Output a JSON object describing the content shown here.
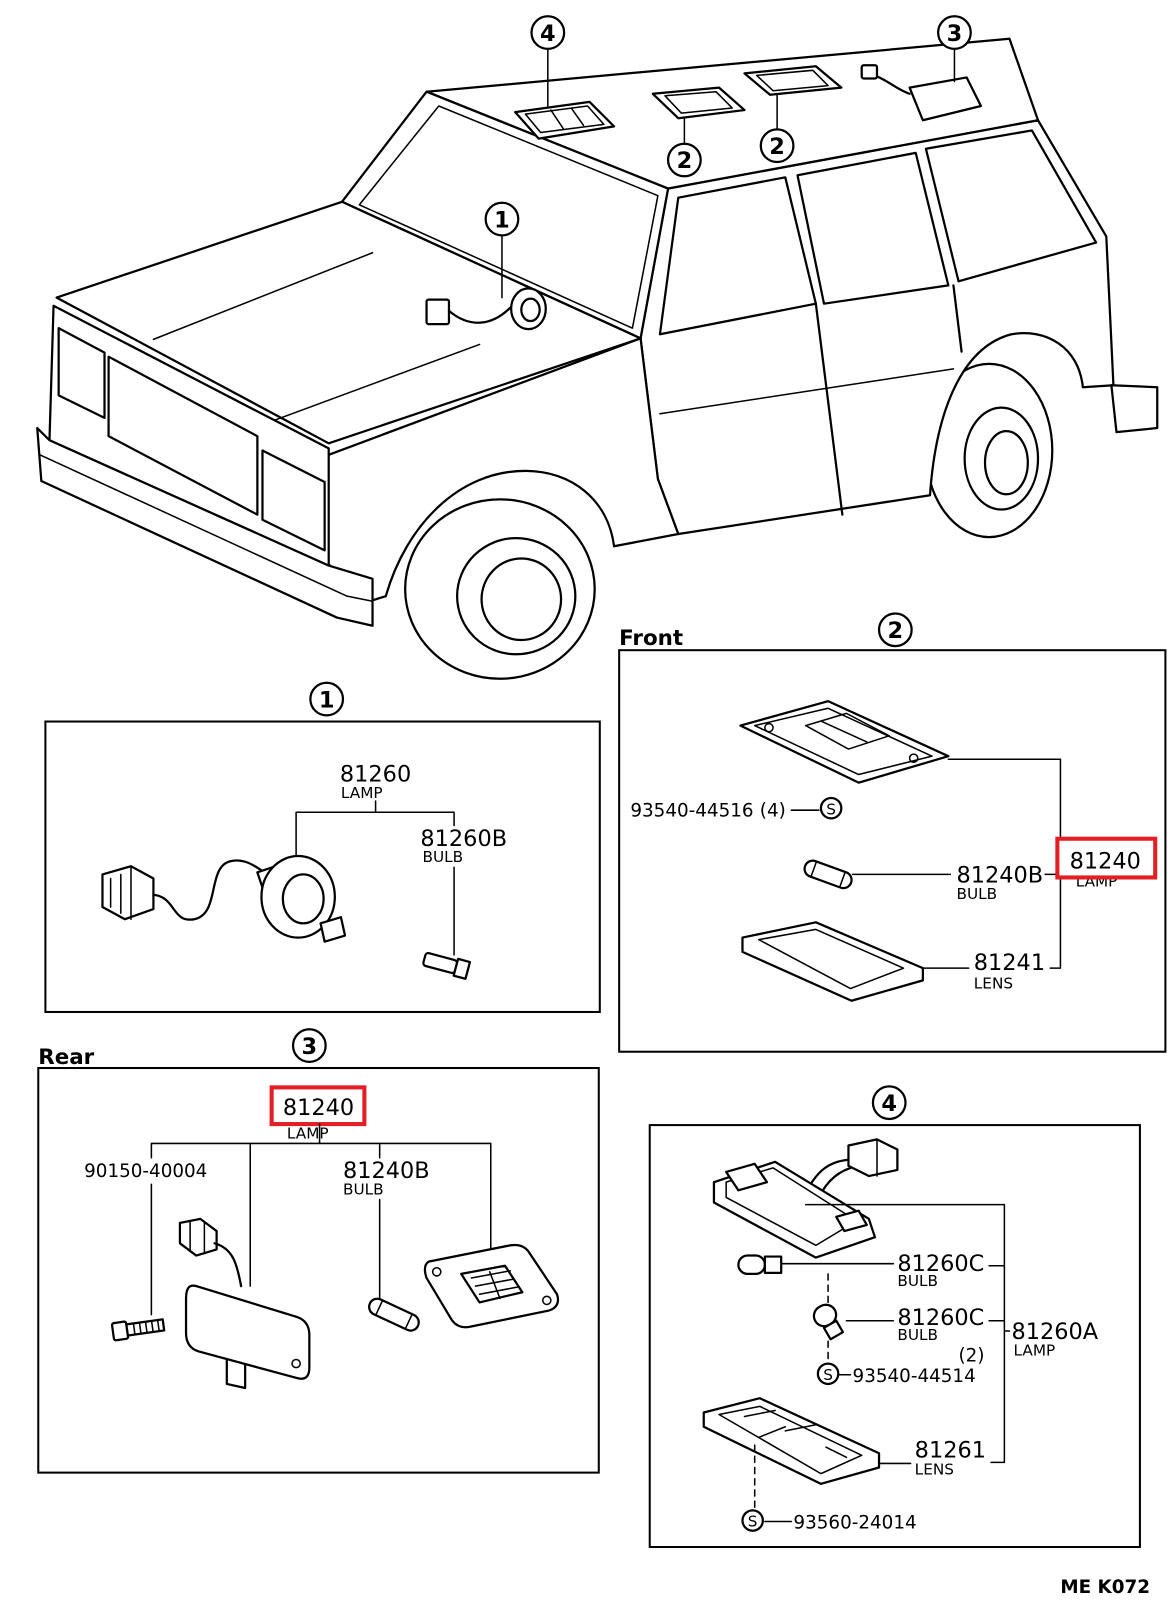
{
  "car_callouts": [
    "4",
    "2",
    "2",
    "3",
    "1"
  ],
  "section1": {
    "callout": "1",
    "lamp": {
      "part_no": "81260",
      "name": "LAMP"
    },
    "bulb": {
      "part_no": "81260B",
      "name": "BULB"
    }
  },
  "section2": {
    "heading": "Front",
    "callout": "2",
    "screw": {
      "part_no": "93540-44516",
      "qty": "(4)",
      "mark": "S"
    },
    "lamp": {
      "part_no": "81240",
      "name": "LAMP"
    },
    "bulb": {
      "part_no": "81240B",
      "name": "BULB"
    },
    "lens": {
      "part_no": "81241",
      "name": "LENS"
    }
  },
  "section3": {
    "heading": "Rear",
    "callout": "3",
    "lamp": {
      "part_no": "81240",
      "name": "LAMP"
    },
    "screw": {
      "part_no": "90150-40004"
    },
    "bulb": {
      "part_no": "81240B",
      "name": "BULB"
    }
  },
  "section4": {
    "callout": "4",
    "bulb1": {
      "part_no": "81260C",
      "name": "BULB"
    },
    "bulb2": {
      "part_no": "81260C",
      "name": "BULB"
    },
    "lamp": {
      "part_no": "81260A",
      "name": "LAMP"
    },
    "qty": "(2)",
    "screw1": {
      "mark": "S",
      "part_no": "93540-44514"
    },
    "lens": {
      "part_no": "81261",
      "name": "LENS"
    },
    "screw2": {
      "mark": "S",
      "part_no": "93560-24014"
    }
  },
  "footer": {
    "code": "ME K072"
  },
  "colors": {
    "line": "#000000",
    "highlight": "#e31e24",
    "background": "#ffffff"
  }
}
